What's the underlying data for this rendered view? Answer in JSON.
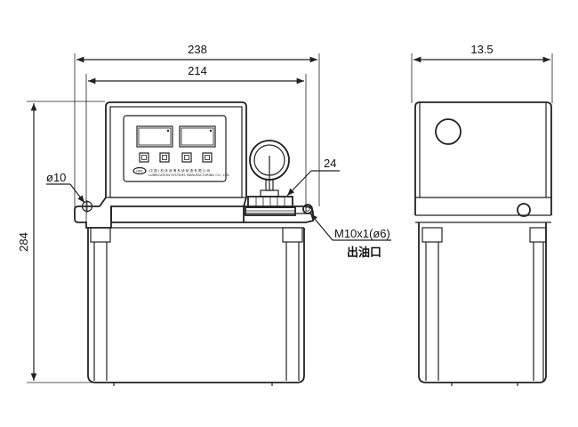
{
  "dimensions": {
    "overall_width": "238",
    "inner_width": "214",
    "side_depth": "13.5",
    "height": "284",
    "hole_diameter": "ø10",
    "fitting_size": "24",
    "outlet_thread": "M10x1(ø6)",
    "outlet_label": "出油口"
  },
  "panel": {
    "brand_logo": "HRE",
    "maker_text": "(中 国 ) 机 床 润 滑 系 统 制 造 有 限 公 司",
    "maker_text_en": "LUBRICATION SYSTEMS MANUFACTURING CO., LTD."
  },
  "icons": {
    "pressure_gauge": "pressure-gauge-icon",
    "display": "lcd-display-icon",
    "button": "panel-button-icon"
  }
}
